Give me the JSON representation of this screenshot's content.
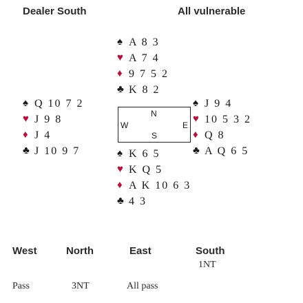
{
  "header": {
    "dealer": "Dealer South",
    "vulnerability": "All vulnerable"
  },
  "colors": {
    "red_suit": "#b5103b",
    "black_suit": "#1a1a1a"
  },
  "north": [
    {
      "suit": "spade-icon",
      "glyph": "♠",
      "cards": "A 8 3"
    },
    {
      "suit": "heart-icon",
      "glyph": "♥",
      "cards": "A 7 4"
    },
    {
      "suit": "diamond-icon",
      "glyph": "♦",
      "cards": "9 7 5 2"
    },
    {
      "suit": "club-icon",
      "glyph": "♣",
      "cards": "K 8 2"
    }
  ],
  "west": [
    {
      "suit": "spade-icon",
      "glyph": "♠",
      "cards": "Q 10 7 2"
    },
    {
      "suit": "heart-icon",
      "glyph": "♥",
      "cards": "J 9 8"
    },
    {
      "suit": "diamond-icon",
      "glyph": "♦",
      "cards": "J 4"
    },
    {
      "suit": "club-icon",
      "glyph": "♣",
      "cards": "J 10 9 7"
    }
  ],
  "east": [
    {
      "suit": "spade-icon",
      "glyph": "♠",
      "cards": "J 9 4"
    },
    {
      "suit": "heart-icon",
      "glyph": "♥",
      "cards": "10 5 3 2"
    },
    {
      "suit": "diamond-icon",
      "glyph": "♦",
      "cards": "Q 8"
    },
    {
      "suit": "club-icon",
      "glyph": "♣",
      "cards": "A Q 6 5"
    }
  ],
  "south": [
    {
      "suit": "spade-icon",
      "glyph": "♠",
      "cards": "K 6 5"
    },
    {
      "suit": "heart-icon",
      "glyph": "♥",
      "cards": "K Q 5"
    },
    {
      "suit": "diamond-icon",
      "glyph": "♦",
      "cards": "A K 10 6 3"
    },
    {
      "suit": "club-icon",
      "glyph": "♣",
      "cards": "4 3"
    }
  ],
  "compass": {
    "n": "N",
    "s": "S",
    "w": "W",
    "e": "E"
  },
  "auction": {
    "headers": [
      "West",
      "North",
      "East",
      "South"
    ],
    "rows": [
      [
        "",
        "",
        "",
        "1NT"
      ],
      [
        "Pass",
        "3NT",
        "All pass",
        ""
      ]
    ]
  }
}
